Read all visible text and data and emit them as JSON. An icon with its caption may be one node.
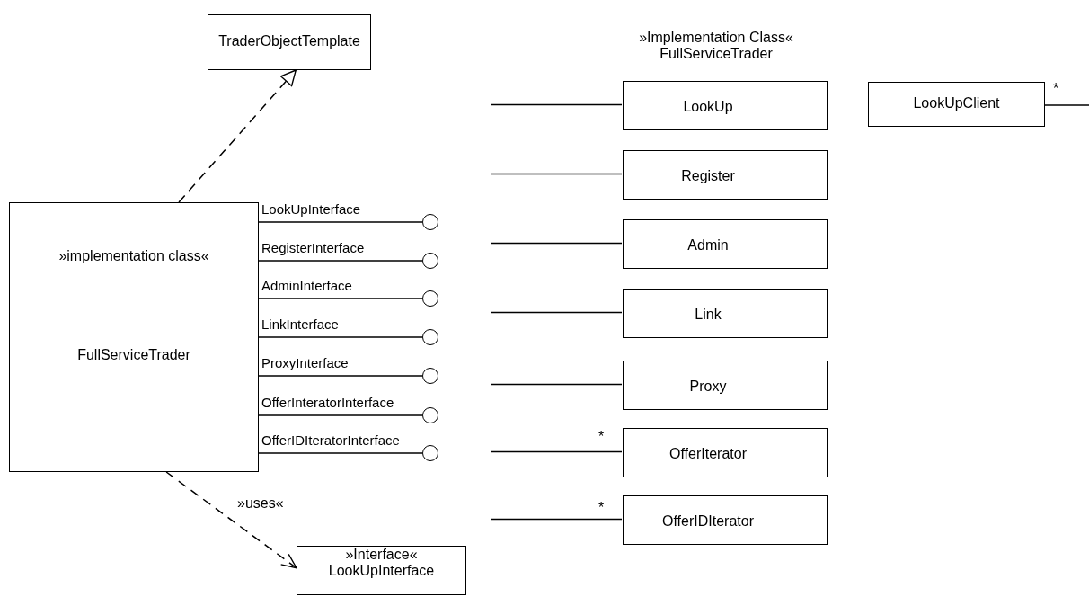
{
  "diagram": {
    "nodes": [
      {
        "text": [
          "TraderObjectTemplate"
        ]
      },
      {
        "text": [
          "»implementation class«",
          "FullServiceTrader"
        ]
      },
      {
        "text": [],
        "shape": "circle"
      },
      {
        "text": [],
        "shape": "circle"
      },
      {
        "text": [],
        "shape": "circle"
      },
      {
        "text": [],
        "shape": "circle"
      },
      {
        "text": [],
        "shape": "circle"
      },
      {
        "text": [],
        "shape": "circle"
      },
      {
        "text": [],
        "shape": "circle"
      },
      {
        "text": [
          "»Interface«",
          "LookUpInterface"
        ]
      },
      {
        "text": [
          "»Implementation Class«",
          "FullServiceTrader"
        ]
      },
      {
        "text": [
          "LookUp"
        ],
        "in": 10
      },
      {
        "text": [
          "Register"
        ],
        "in": 10
      },
      {
        "text": [
          "Admin"
        ],
        "in": 10
      },
      {
        "text": [
          "Link"
        ],
        "in": 10
      },
      {
        "text": [
          "Proxy"
        ],
        "in": 10
      },
      {
        "text": [
          "OfferIterator"
        ],
        "in": 10
      },
      {
        "text": [
          "OfferIDIterator"
        ],
        "in": 10
      },
      {
        "text": [
          "LookUpClient"
        ],
        "in": 10
      }
    ],
    "edges": [
      {
        "from": 1,
        "to": 0,
        "arrow": "to",
        "style": "dashed"
      },
      {
        "from": 1,
        "to": 2,
        "arrow": "none",
        "label": "LookUpInterface"
      },
      {
        "from": 1,
        "to": 3,
        "arrow": "none",
        "label": "RegisterInterface"
      },
      {
        "from": 1,
        "to": 4,
        "arrow": "none",
        "label": "AdminInterface"
      },
      {
        "from": 1,
        "to": 5,
        "arrow": "none",
        "label": "LinkInterface"
      },
      {
        "from": 1,
        "to": 6,
        "arrow": "none",
        "label": "ProxyInterface"
      },
      {
        "from": 1,
        "to": 7,
        "arrow": "none",
        "label": "OfferInteratorInterface"
      },
      {
        "from": 1,
        "to": 8,
        "arrow": "none",
        "label": "OfferIDIteratorInterface"
      },
      {
        "from": 1,
        "to": 9,
        "arrow": "to",
        "style": "dashed",
        "label": "»uses«"
      },
      {
        "from": 10,
        "to": 11,
        "arrow": "none"
      },
      {
        "from": 10,
        "to": 12,
        "arrow": "none"
      },
      {
        "from": 10,
        "to": 13,
        "arrow": "none"
      },
      {
        "from": 10,
        "to": 14,
        "arrow": "none"
      },
      {
        "from": 10,
        "to": 15,
        "arrow": "none"
      },
      {
        "from": 10,
        "to": 16,
        "arrow": "none",
        "label": "*"
      },
      {
        "from": 10,
        "to": 17,
        "arrow": "none",
        "label": "*"
      },
      {
        "from": 18,
        "to": null,
        "arrow": "none",
        "label": "*"
      }
    ]
  }
}
